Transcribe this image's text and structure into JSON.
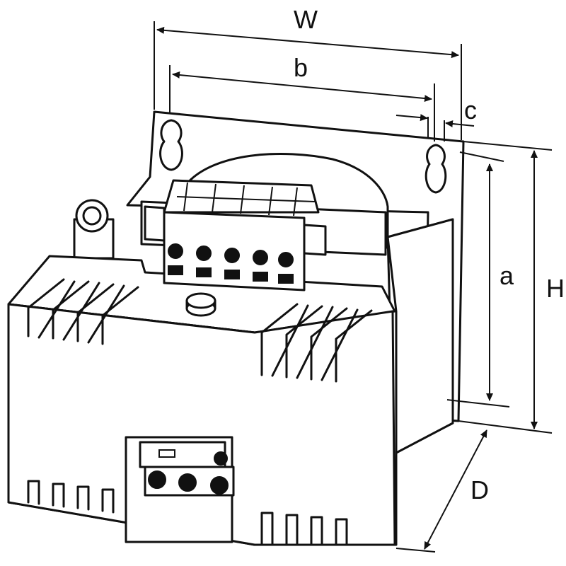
{
  "dimensions": {
    "W": "W",
    "b": "b",
    "c": "c",
    "a": "a",
    "H": "H",
    "D": "D"
  },
  "colors": {
    "line": "#111111",
    "background": "#ffffff"
  }
}
